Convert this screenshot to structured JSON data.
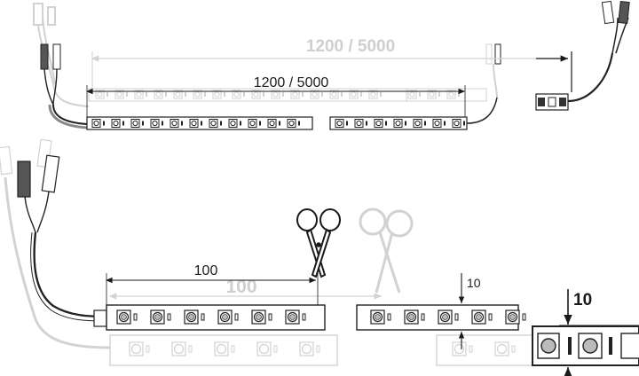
{
  "labels": {
    "top_ghost_length": "1200 / 5000",
    "top_length": "1200 / 5000",
    "cut_ghost_pitch": "100",
    "cut_pitch": "100",
    "strip_width_small": "10",
    "strip_width_bold": "10"
  },
  "colors": {
    "ink": "#1a1a1a",
    "ghost": "#d2d2d2",
    "ghost_text": "#cfcfcf",
    "strip_fill": "#ffffff",
    "connector_dark": "#444444"
  }
}
